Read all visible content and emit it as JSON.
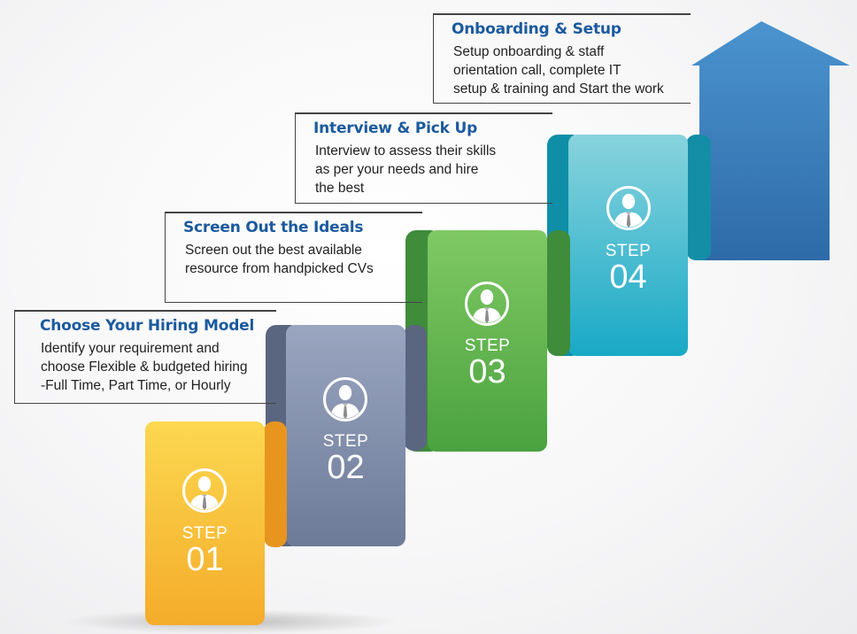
{
  "steps": [
    {
      "word": "STEP",
      "number": "01",
      "title": "Choose Your Hiring Model",
      "description": "Identify your requirement and\nchoose Flexible & budgeted hiring\n-Full Time, Part Time, or Hourly",
      "color": "#f5b731",
      "color_light": "#fbd44f",
      "color_dark": "#e8951f"
    },
    {
      "word": "STEP",
      "number": "02",
      "title": "Screen Out the Ideals",
      "description": "Screen out the best available\nresource from handpicked CVs",
      "color": "#7d8bab",
      "color_light": "#98a3be",
      "color_dark": "#5a6680"
    },
    {
      "word": "STEP",
      "number": "03",
      "title": "Interview & Pick Up",
      "description": "Interview to assess their skills\nas per your needs and hire\nthe best",
      "color": "#5fb249",
      "color_light": "#79c65e",
      "color_dark": "#3f8c3b"
    },
    {
      "word": "STEP",
      "number": "04",
      "title": "Onboarding & Setup",
      "description": "Setup onboarding & staff\norientation call, complete IT\nsetup & training and Start the work",
      "color": "#3fb6c9",
      "color_light": "#7fd0dc",
      "color_dark": "#148ea6"
    }
  ],
  "arrow_color": "#3a7fbd",
  "heading_color": "#1b5a9e",
  "icons": [
    "person-tie-icon"
  ]
}
